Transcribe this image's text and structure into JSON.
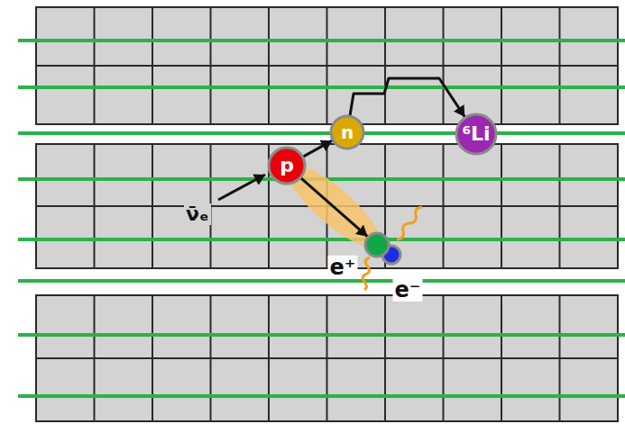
{
  "diagram": {
    "nodes": [
      {
        "text": [
          "n"
        ]
      },
      {
        "text": [
          "⁶Li"
        ]
      },
      {
        "text": [
          "p"
        ]
      },
      {
        "text": [
          "e⁺"
        ]
      },
      {
        "text": [
          "e⁻"
        ]
      }
    ],
    "edges": [
      {
        "from": 2,
        "to": 0,
        "arrow": "to"
      },
      {
        "from": 0,
        "to": 1,
        "arrow": "to"
      },
      {
        "from": 2,
        "to": 3,
        "arrow": "to"
      }
    ],
    "labels": [
      "ν̄ₑ"
    ]
  }
}
